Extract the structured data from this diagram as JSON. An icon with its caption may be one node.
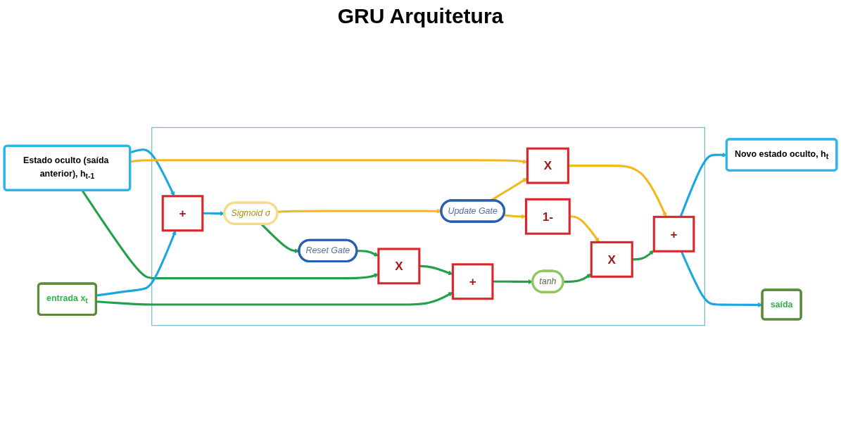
{
  "diagram": {
    "title": "GRU Arquitetura",
    "nodes": [
      {
        "text": [],
        "shape": "box"
      },
      {
        "text": [
          "Estado oculto (saída anterior), h$_{t-1}$"
        ]
      },
      {
        "text": [
          "saída"
        ]
      },
      {
        "text": [
          "Novo estado oculto, h$_{t}$"
        ]
      },
      {
        "text": [
          "entrada x$_{t}$"
        ]
      },
      {
        "text": [
          "X"
        ],
        "in": 0
      },
      {
        "text": [
          "Update Gate"
        ],
        "in": 0
      },
      {
        "text": [
          "1-"
        ],
        "in": 0
      },
      {
        "text": [
          "X"
        ],
        "in": 0
      },
      {
        "text": [
          "+"
        ],
        "in": 0
      },
      {
        "text": [
          "+"
        ],
        "in": 0
      },
      {
        "text": [
          "Sigmoid σ"
        ],
        "in": 0
      },
      {
        "text": [
          "tanh"
        ],
        "in": 0
      },
      {
        "text": [
          "Reset Gate"
        ],
        "in": 0
      },
      {
        "text": [
          "X"
        ],
        "in": 0
      },
      {
        "text": [
          "+"
        ],
        "in": 0
      }
    ],
    "edges": [
      {
        "from": 1,
        "to": 10,
        "arrow": "to",
        "color": "#1aa7e0"
      },
      {
        "from": 1,
        "to": 5,
        "arrow": "to",
        "color": "#f2b81c"
      },
      {
        "from": 1,
        "to": 14,
        "arrow": "to"
      },
      {
        "from": 4,
        "to": 10,
        "arrow": "to",
        "color": "#1aa7e0"
      },
      {
        "from": 4,
        "to": 15,
        "arrow": "to"
      },
      {
        "from": 10,
        "to": 11,
        "arrow": "to",
        "color": "#1aa7e0"
      },
      {
        "from": 11,
        "to": 6,
        "arrow": "to",
        "color": "#f2b81c"
      },
      {
        "from": 11,
        "to": 13,
        "arrow": "to"
      },
      {
        "from": 6,
        "to": 5,
        "arrow": "to",
        "color": "#f2b81c"
      },
      {
        "from": 6,
        "to": 7,
        "arrow": "to",
        "color": "#f2b81c"
      },
      {
        "from": 7,
        "to": 8,
        "arrow": "to",
        "color": "#f2b81c"
      },
      {
        "from": 5,
        "to": 9,
        "arrow": "to",
        "color": "#f2b81c"
      },
      {
        "from": 8,
        "to": 9,
        "arrow": "to"
      },
      {
        "from": 13,
        "to": 14,
        "arrow": "to"
      },
      {
        "from": 14,
        "to": 15,
        "arrow": "to"
      },
      {
        "from": 15,
        "to": 12,
        "arrow": "to"
      },
      {
        "from": 12,
        "to": 8,
        "arrow": "to"
      },
      {
        "from": 9,
        "to": 3,
        "arrow": "to",
        "color": "#1aa7e0"
      },
      {
        "from": 9,
        "to": 2,
        "arrow": "to",
        "color": "#1aa7e0"
      }
    ]
  }
}
